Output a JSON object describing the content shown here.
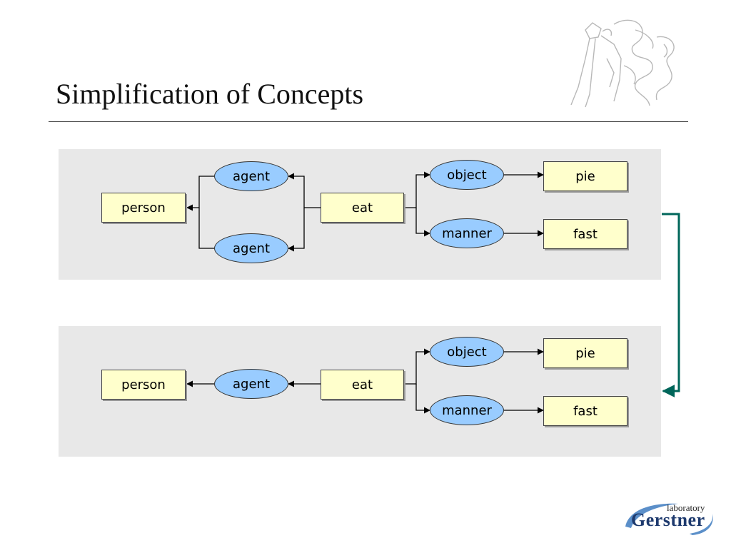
{
  "slide": {
    "title": "Simplification of Concepts"
  },
  "diagram_top": {
    "person": "person",
    "agent_upper": "agent",
    "agent_lower": "agent",
    "eat": "eat",
    "object": "object",
    "manner": "manner",
    "pie": "pie",
    "fast": "fast"
  },
  "diagram_bottom": {
    "person": "person",
    "agent": "agent",
    "eat": "eat",
    "object": "object",
    "manner": "manner",
    "pie": "pie",
    "fast": "fast"
  },
  "logo": {
    "line1": "laboratory",
    "line2": "Gerstner"
  },
  "colors": {
    "concept_box": "#ffffcc",
    "relation_oval": "#99ccff",
    "panel_bg": "#e8e8e8",
    "transform_arrow": "#00665a"
  },
  "icons": {
    "emblem": "lion-emblem-icon",
    "logo_swoosh": "swoosh-icon"
  }
}
